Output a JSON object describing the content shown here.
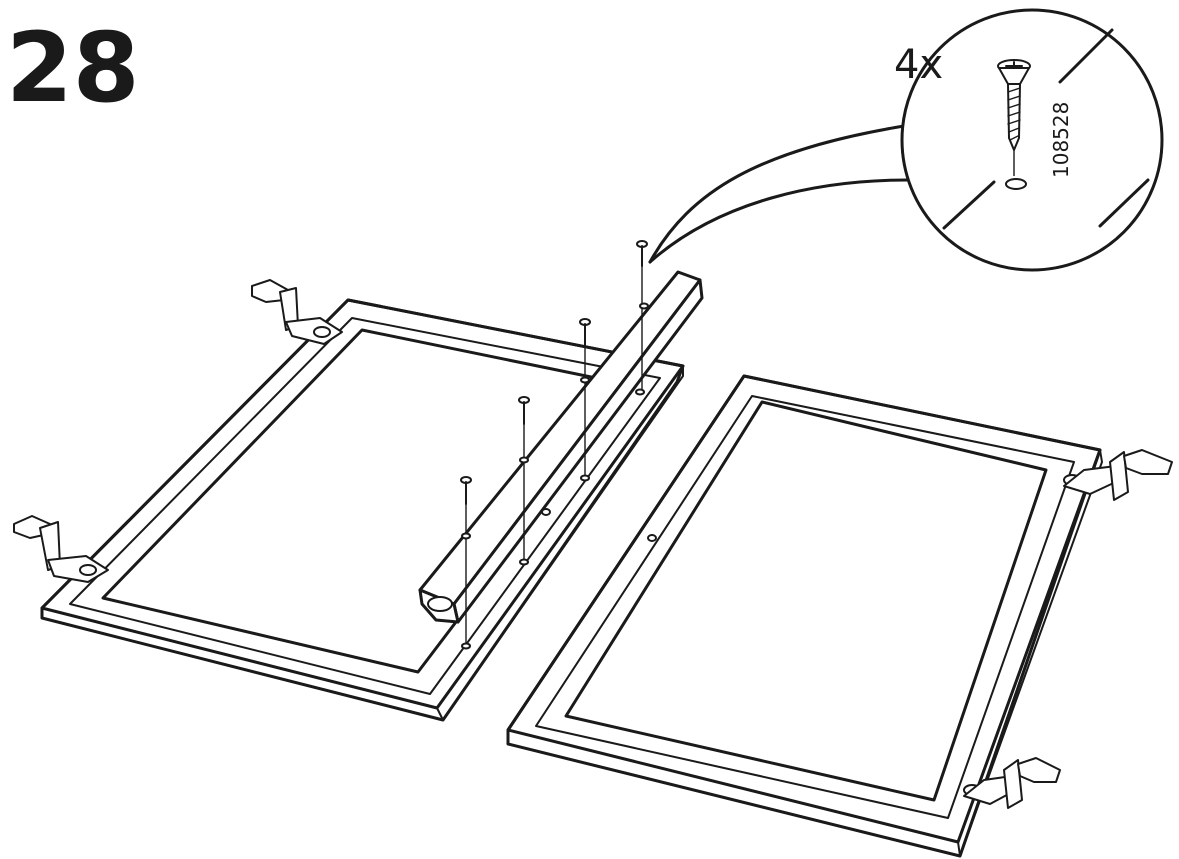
{
  "step": {
    "number": "28"
  },
  "callout": {
    "quantity": "4x",
    "part_number": "108528",
    "part_icon": "wood-screw-icon"
  },
  "colors": {
    "ink": "#1a1a1a",
    "paper": "#ffffff"
  }
}
